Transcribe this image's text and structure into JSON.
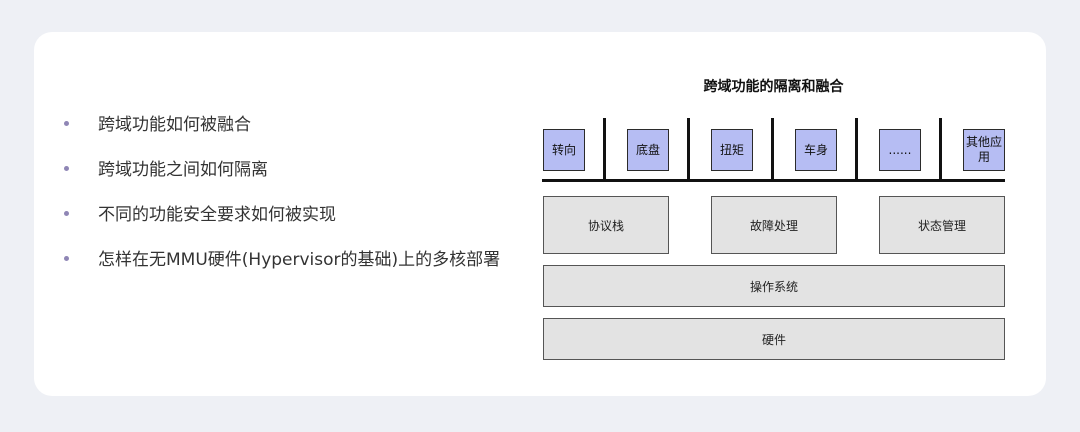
{
  "bullets": [
    "跨域功能如何被融合",
    "跨域功能之间如何隔离",
    "不同的功能安全要求如何被实现",
    "怎样在无MMU硬件(Hypervisor的基础)上的多核部署"
  ],
  "diagram": {
    "title": "跨域功能的隔离和融合",
    "apps": [
      "转向",
      "底盘",
      "扭矩",
      "车身",
      "......",
      "其他应用"
    ],
    "services": [
      "协议栈",
      "故障处理",
      "状态管理"
    ],
    "os_layer": "操作系统",
    "hw_layer": "硬件"
  },
  "colors": {
    "app_fill": "#b6bdf3",
    "box_fill": "#e3e3e3",
    "bullet_dot": "#8f86b5"
  }
}
